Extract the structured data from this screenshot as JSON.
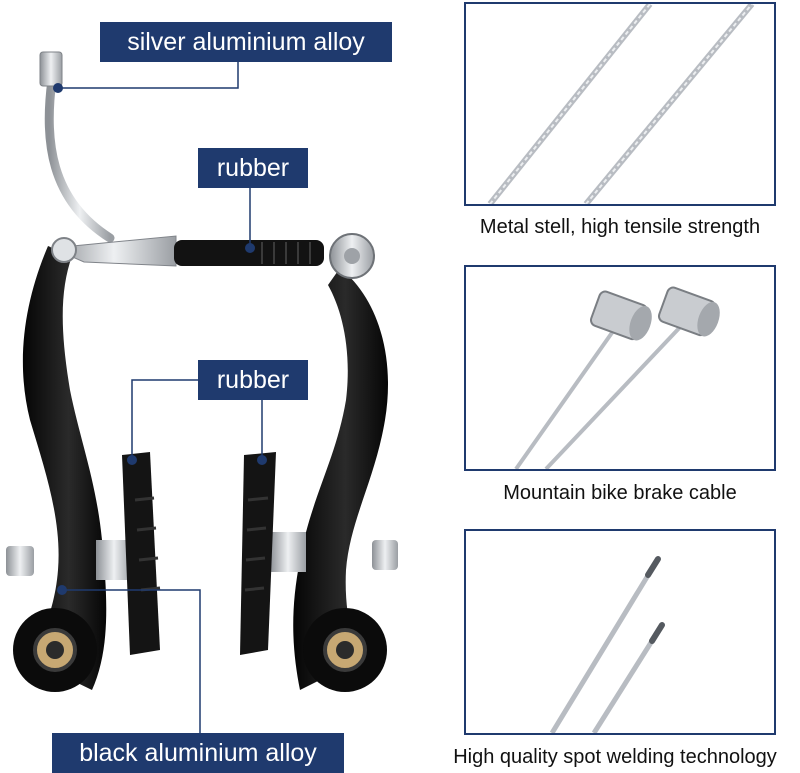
{
  "callouts": {
    "silver_alloy": "silver aluminium alloy",
    "rubber_top": "rubber",
    "rubber_pads": "rubber",
    "black_alloy": "black aluminium alloy"
  },
  "features": [
    {
      "caption": "Metal stell, high tensile strength"
    },
    {
      "caption": "Mountain bike brake cable"
    },
    {
      "caption": "High quality spot welding technology"
    }
  ],
  "colors": {
    "label_bg": "#1f3a6e",
    "label_text": "#ffffff",
    "marker_dot": "#1f3a6e",
    "panel_border": "#1f3a6e",
    "brake_body": "#101010",
    "cable_silver": "#b8bcc2"
  }
}
